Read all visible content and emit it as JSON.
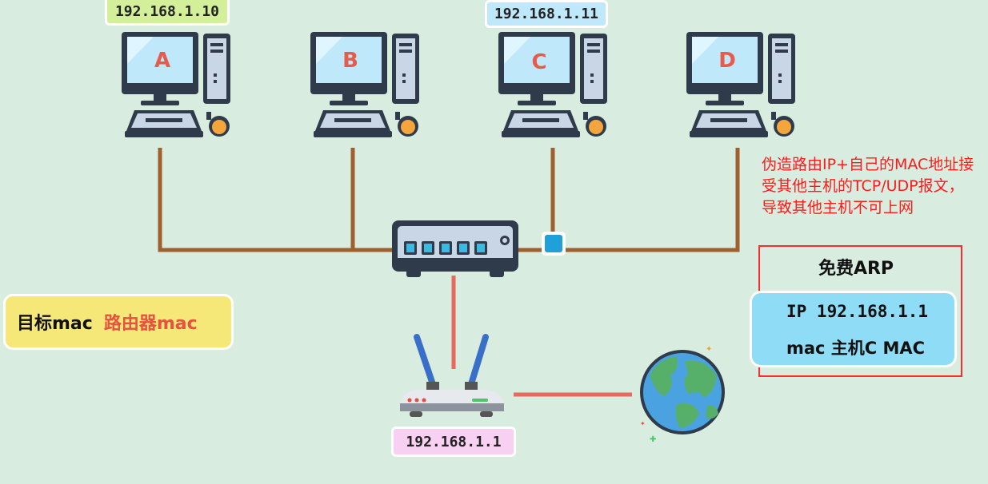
{
  "hosts": [
    {
      "letter": "A",
      "ip": "192.168.1.10"
    },
    {
      "letter": "B",
      "ip": ""
    },
    {
      "letter": "C",
      "ip": "192.168.1.11"
    },
    {
      "letter": "D",
      "ip": ""
    }
  ],
  "router": {
    "ip": "192.168.1.1"
  },
  "note": "伪造路由IP+自己的MAC地址接受其他主机的TCP/UDP报文，导致其他主机不可上网",
  "gratuitous_arp": {
    "title": "免费ARP",
    "line1": "IP 192.168.1.1",
    "line2": "mac 主机C MAC"
  },
  "target": {
    "label": "目标mac",
    "value": "路由器mac"
  },
  "colors": {
    "background": "#d9ece0",
    "cable": "#a0602e",
    "uplink": "#e86a5e",
    "alert": "#ff1a1a",
    "switch_port": "#3db8e0"
  }
}
